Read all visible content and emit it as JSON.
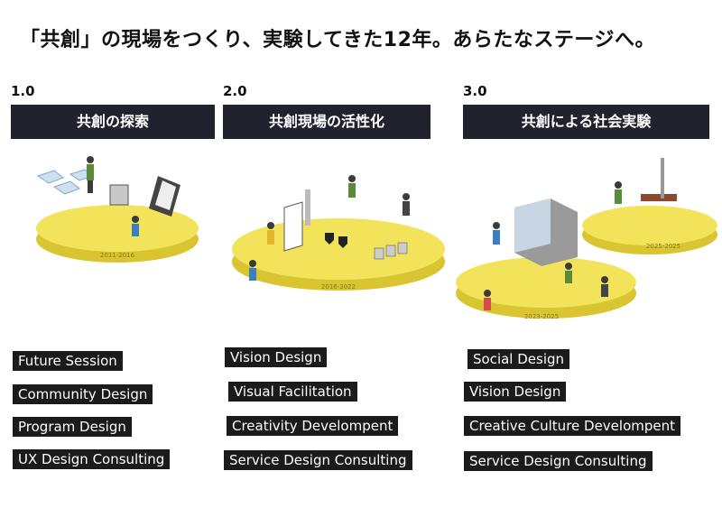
{
  "headline": "「共創」の現場をつくり、実験してきた12年。あらたなステージへ。",
  "colors": {
    "band": "#20232e",
    "platform": "#f3e35a",
    "platform_side": "#d8c531",
    "tag_bg": "#1b1b1b"
  },
  "stages": [
    {
      "version": "1.0",
      "title": "共創の探索",
      "years": "2011-2016",
      "tags": [
        "Future Session",
        "Community Design",
        "Program Design",
        "UX Design Consulting"
      ]
    },
    {
      "version": "2.0",
      "title": "共創現場の活性化",
      "years": "2016-2022",
      "tags": [
        "Vision Design",
        "Visual Facilitation",
        "Creativity Develompent",
        "Service Design Consulting"
      ]
    },
    {
      "version": "3.0",
      "title": "共創による社会実験",
      "years_front": "2023-2025",
      "years_back": "2025-2025",
      "tags": [
        "Social Design",
        "Vision Design",
        "Creative Culture Develompent",
        "Service Design Consulting"
      ]
    }
  ]
}
